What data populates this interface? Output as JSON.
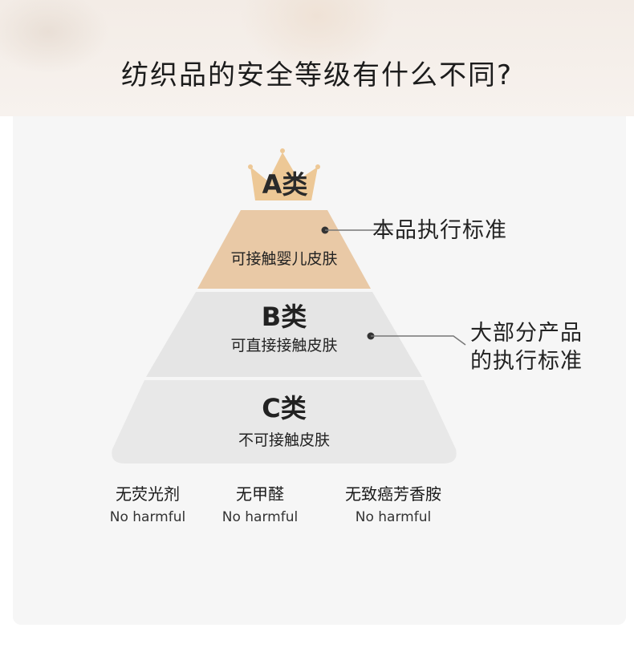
{
  "header": {
    "title": "纺织品的安全等级有什么不同?"
  },
  "pyramid": {
    "tier_a": {
      "letter": "A类",
      "desc": "可接触婴儿皮肤",
      "callout": "本品执行标准",
      "color": "#e9c9a6"
    },
    "tier_b": {
      "letter": "B类",
      "desc": "可直接接触皮肤",
      "callout_line1": "大部分产品",
      "callout_line2": "的执行标准",
      "color": "#e6e6e6"
    },
    "tier_c": {
      "letter": "C类",
      "desc": "不可接触皮肤",
      "color": "#e9e9e9"
    },
    "crown_color": "#edc896"
  },
  "features": [
    {
      "zh": "无荧光剂",
      "en": "No harmful"
    },
    {
      "zh": "无甲醛",
      "en": "No harmful"
    },
    {
      "zh": "无致癌芳香胺",
      "en": "No harmful"
    }
  ]
}
